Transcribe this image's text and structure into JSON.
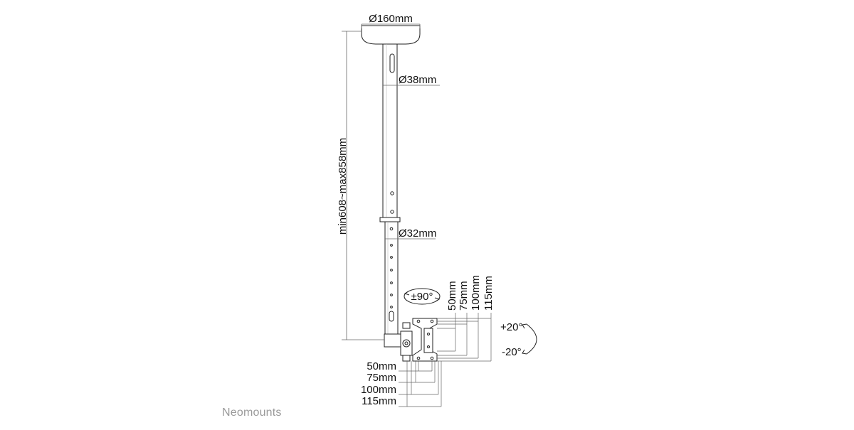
{
  "labels": {
    "plate_diameter": "Ø160mm",
    "upper_pole_diameter": "Ø38mm",
    "lower_pole_diameter": "Ø32mm",
    "height_range": "min608~max858mm",
    "rotation": "±90°",
    "tilt_up": "+20°",
    "tilt_down": "-20°"
  },
  "vesa_vertical": [
    "50mm",
    "75mm",
    "100mm",
    "115mm"
  ],
  "vesa_horizontal": [
    "50mm",
    "75mm",
    "100mm",
    "115mm"
  ],
  "brand": "Neomounts",
  "colors": {
    "line": "#222222",
    "dim_line": "#555555",
    "brand": "#9a9a9a"
  }
}
